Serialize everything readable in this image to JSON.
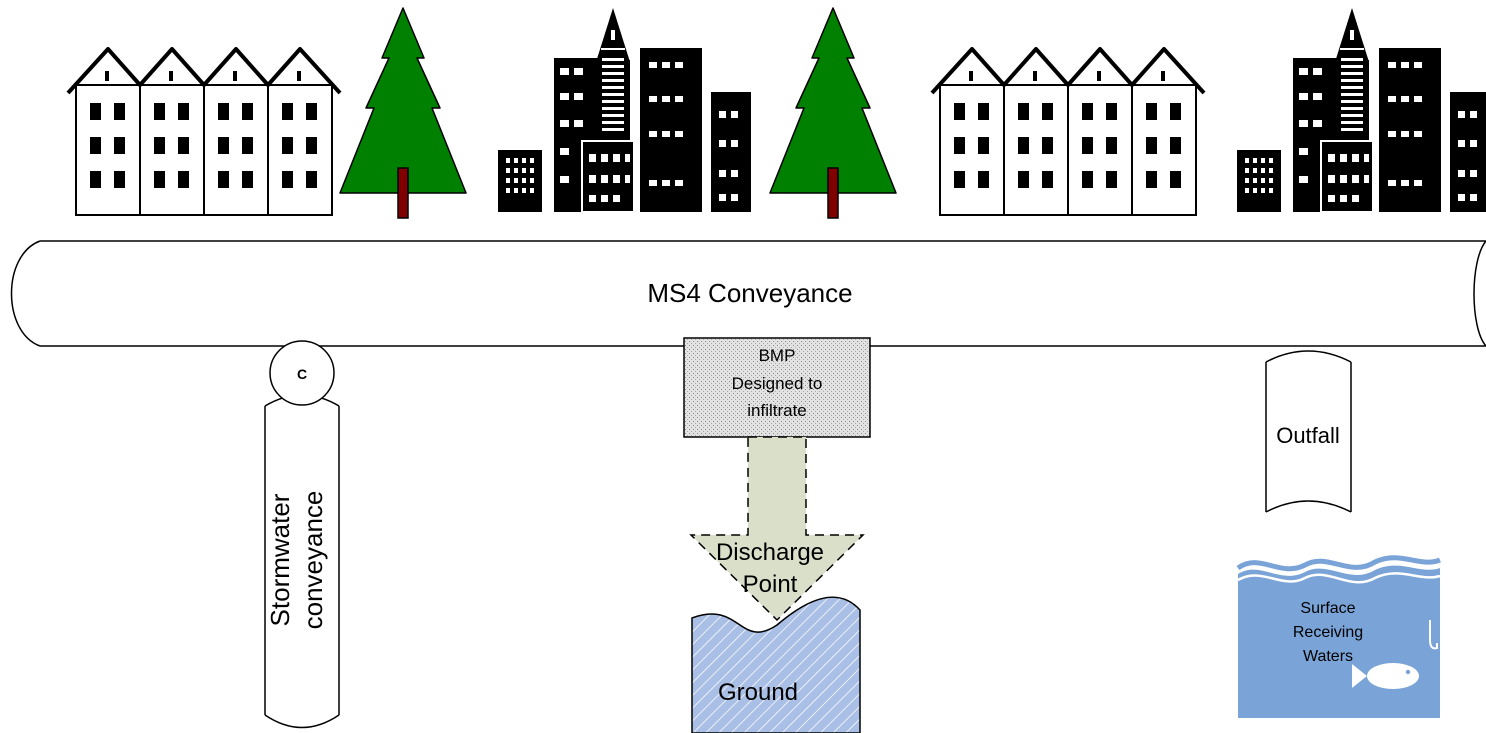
{
  "labels": {
    "conveyance": "MS4 Conveyance",
    "connection": "C",
    "stormwater_line1": "Stormwater",
    "stormwater_line2": "conveyance",
    "bmp_line1": "BMP",
    "bmp_line2": "Designed to",
    "bmp_line3": "infiltrate",
    "discharge_line1": "Discharge",
    "discharge_line2": "Point",
    "ground": "Ground",
    "outfall": "Outfall",
    "surface_line1": "Surface",
    "surface_line2": "Receiving",
    "surface_line3": "Waters"
  },
  "icons": [
    "houses-icon",
    "tree-icon",
    "city-buildings-icon",
    "tree-icon",
    "houses-icon",
    "city-buildings-icon",
    "fish-icon",
    "fish-hook-icon"
  ],
  "colors": {
    "tree": "#008000",
    "trunk": "#800000",
    "buildings": "#000000",
    "water": "#7aa3d8",
    "ground": "#aabfe6",
    "arrow": "#d9dfc9",
    "bmp": "#d4d4d4"
  }
}
